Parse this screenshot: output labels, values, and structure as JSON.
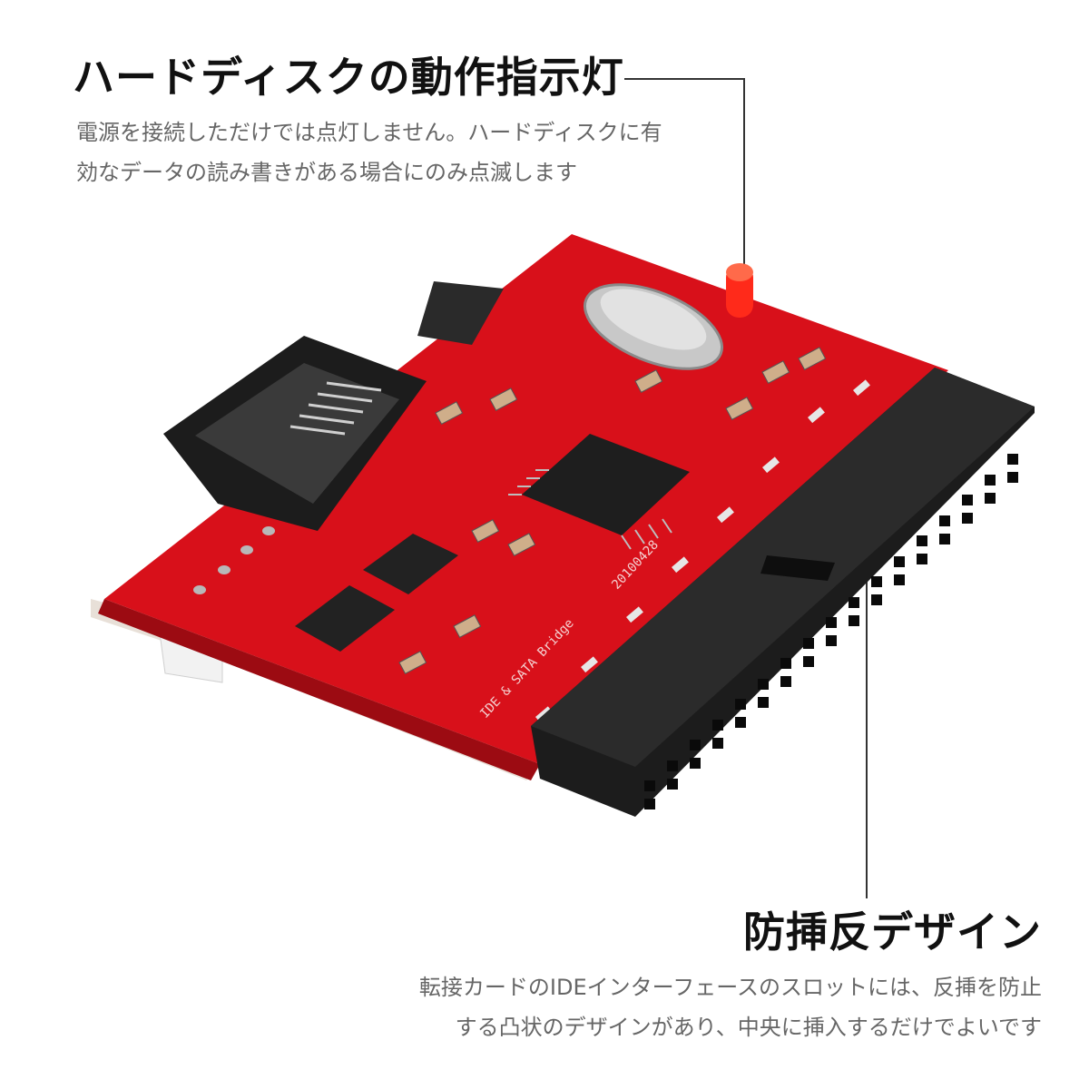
{
  "top_callout": {
    "title": "ハードディスクの動作指示灯",
    "description_lines": [
      "電源を接続しただけでは点灯しません。ハードディスクに有",
      "効なデータの読み書きがある場合にのみ点滅します"
    ]
  },
  "bottom_callout": {
    "title": "防挿反デザイン",
    "description_lines": [
      "転接カードのIDEインターフェースのスロットには、反挿を防止",
      "する凸状のデザインがあり、中央に挿入するだけでよいです"
    ]
  },
  "board_labels": {
    "silkscreen": "IDE & SATA Bridge",
    "date_code": "20100428"
  },
  "colors": {
    "pcb_red": "#d8101a",
    "connector_black": "#1c1c1c",
    "led_red": "#ff2a1a",
    "callout_line": "#333333"
  }
}
